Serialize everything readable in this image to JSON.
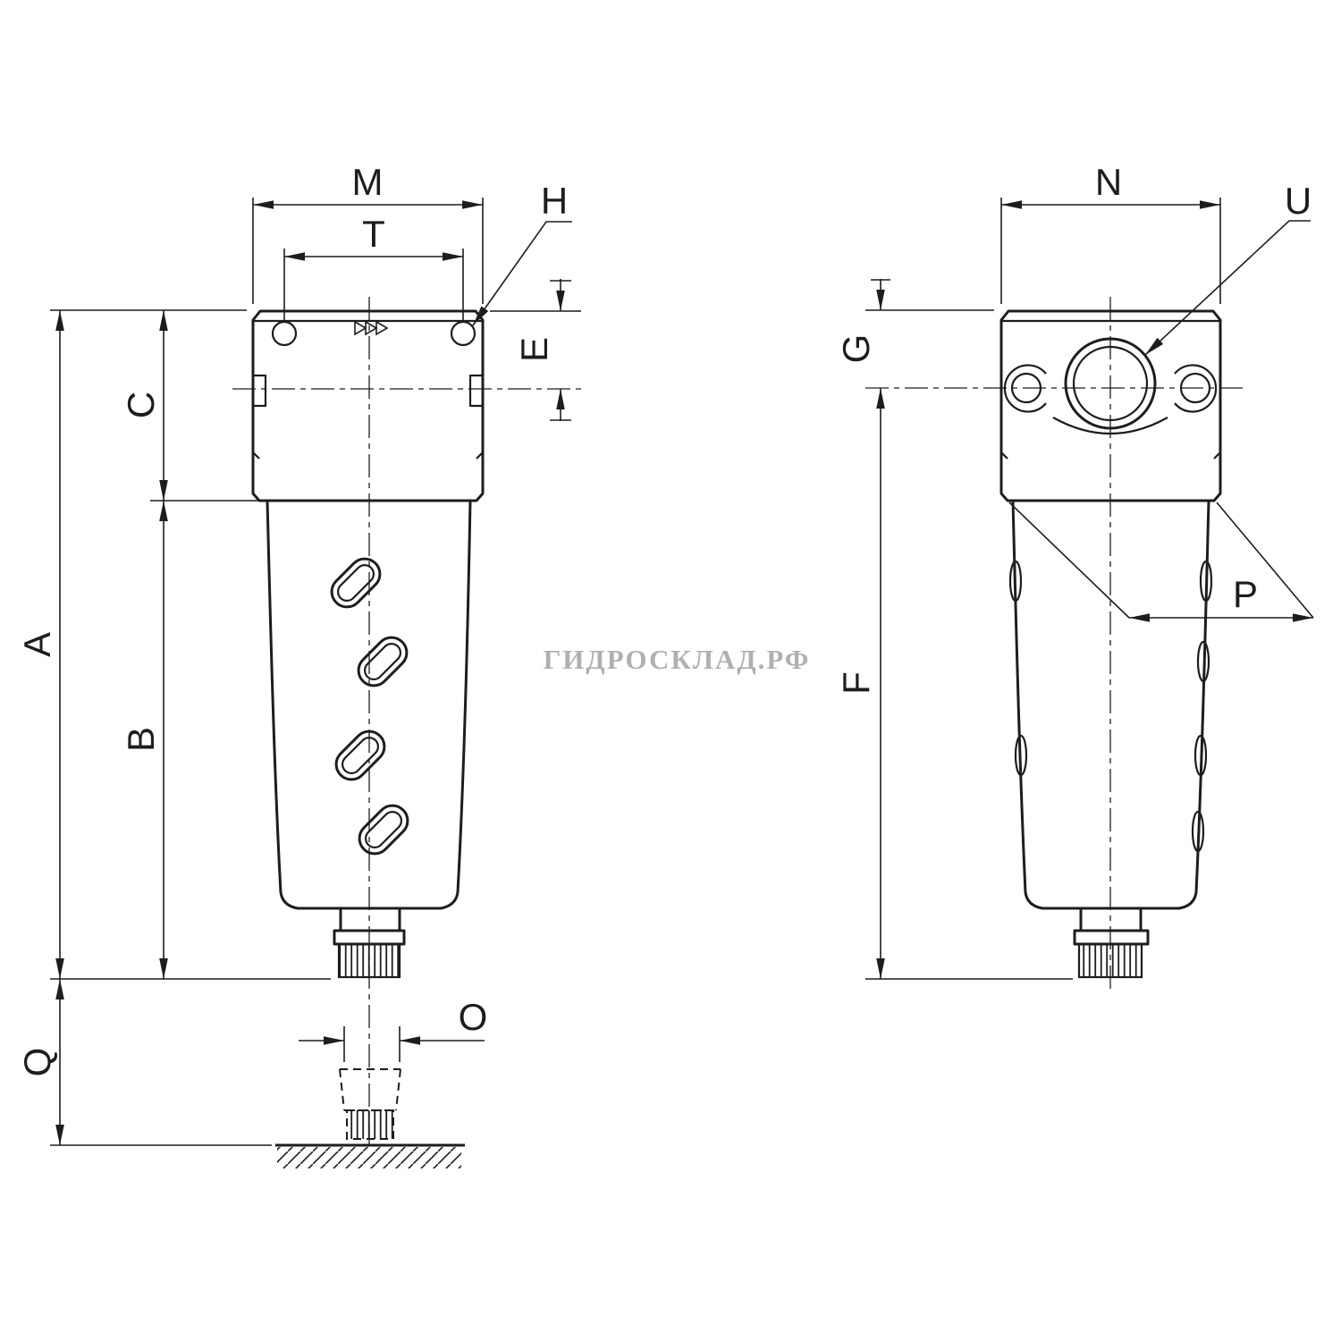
{
  "colors": {
    "line": "#1d1d1d",
    "background": "#ffffff"
  },
  "watermark": {
    "text": "ГИДРОСКЛАД.РФ",
    "color": "#9d9d9d"
  },
  "icons": {
    "flow_direction": "triple-right-triangles"
  },
  "front_view": {
    "dims": {
      "m": "M",
      "t": "T",
      "h": "H",
      "e": "E",
      "c": "C",
      "a": "A",
      "b": "B",
      "q": "Q",
      "o": "O"
    }
  },
  "side_view": {
    "dims": {
      "n": "N",
      "u": "U",
      "g": "G",
      "f": "F",
      "p": "P"
    }
  }
}
